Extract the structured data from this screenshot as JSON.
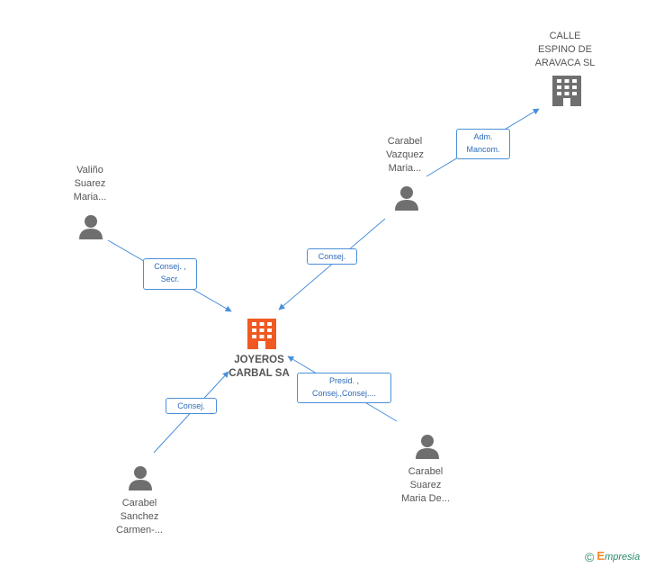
{
  "nodes": {
    "calle": {
      "label": "CALLE\nESPINO DE\nARAVACA SL",
      "type": "company",
      "color": "#6f6f6f"
    },
    "joyeros": {
      "label": "JOYEROS\nCARBAL SA",
      "type": "company",
      "color": "#f05a22"
    },
    "valino": {
      "label": "Valiño\nSuarez\nMaria...",
      "type": "person",
      "color": "#6f6f6f"
    },
    "vazquez": {
      "label": "Carabel\nVazquez\nMaria...",
      "type": "person",
      "color": "#6f6f6f"
    },
    "sanchez": {
      "label": "Carabel\nSanchez\nCarmen-...",
      "type": "person",
      "color": "#6f6f6f"
    },
    "suarez": {
      "label": "Carabel\nSuarez\nMaria De...",
      "type": "person",
      "color": "#6f6f6f"
    }
  },
  "relations": {
    "valino_joyeros": "Consej. ,\nSecr.",
    "vazquez_joyeros": "Consej.",
    "vazquez_calle": "Adm.\nMancom.",
    "sanchez_joyeros": "Consej.",
    "suarez_joyeros": "Presid. ,\nConsej.,Consej...."
  },
  "colors": {
    "edge": "#4a90d9",
    "company_main": "#f05a22",
    "entity": "#6f6f6f"
  },
  "footer": {
    "copyright": "©",
    "brand_initial": "E",
    "brand_rest": "mpresia"
  }
}
